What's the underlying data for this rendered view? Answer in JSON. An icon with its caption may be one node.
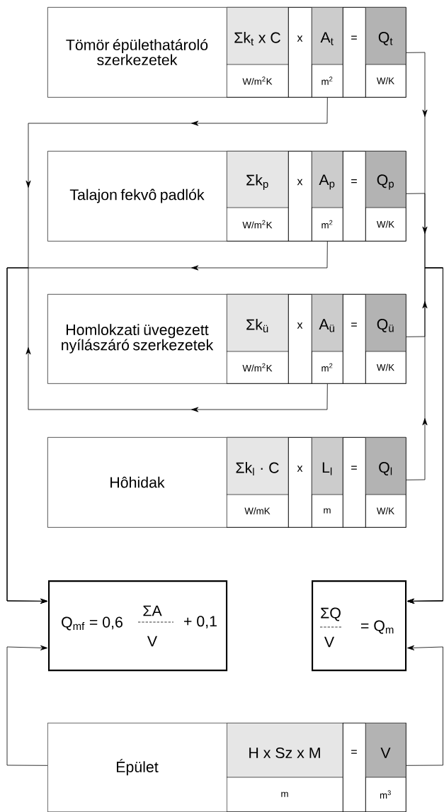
{
  "diagram": {
    "nodes": [
      {
        "text": [
          "Tömör épülethatároló szerkezetek"
        ]
      },
      {
        "text": [
          "Σk$_{t}$ x C",
          "W/m$^{2}$K"
        ],
        "in": 0
      },
      {
        "text": [
          "x"
        ],
        "in": 0
      },
      {
        "text": [
          "A$_{t}$",
          "m$^{2}$"
        ],
        "in": 0
      },
      {
        "text": [
          "="
        ],
        "in": 0
      },
      {
        "text": [
          "Q$_{t}$",
          "W/K"
        ],
        "in": 0
      },
      {
        "text": [
          "Talajon fekvô padlók"
        ]
      },
      {
        "text": [
          "Σk$_{p}$",
          "W/m$^{2}$K"
        ],
        "in": 6
      },
      {
        "text": [
          "x"
        ],
        "in": 6
      },
      {
        "text": [
          "A$_{p}$",
          "m$^{2}$"
        ],
        "in": 6
      },
      {
        "text": [
          "="
        ],
        "in": 6
      },
      {
        "text": [
          "Q$_{p}$",
          "W/K"
        ],
        "in": 6
      },
      {
        "text": [
          "Homlokzati üvegezett nyílászáró szerkezetek"
        ]
      },
      {
        "text": [
          "Σk$_{ü}$",
          "W/m$^{2}$K"
        ],
        "in": 12
      },
      {
        "text": [
          "x"
        ],
        "in": 12
      },
      {
        "text": [
          "A$_{ü}$",
          "m$^{2}$"
        ],
        "in": 12
      },
      {
        "text": [
          "="
        ],
        "in": 12
      },
      {
        "text": [
          "Q$_{ü}$",
          "W/K"
        ],
        "in": 12
      },
      {
        "text": [
          "Hôhidak"
        ]
      },
      {
        "text": [
          "Σk$_{l}$ · C",
          "W/mK"
        ],
        "in": 18
      },
      {
        "text": [
          "x"
        ],
        "in": 18
      },
      {
        "text": [
          "L$_{l}$",
          "m"
        ],
        "in": 18
      },
      {
        "text": [
          "="
        ],
        "in": 18
      },
      {
        "text": [
          "Q$_{l}$",
          "W/K"
        ],
        "in": 18
      },
      {
        "text": [
          "Q$_{mf}$ = 0,6",
          "ΣA",
          "V",
          "+ 0,1"
        ]
      },
      {
        "text": [
          "ΣQ",
          "V",
          "= Q$_{m}$"
        ]
      },
      {
        "text": [
          "Épület"
        ]
      },
      {
        "text": [
          "H x Sz x M",
          "m"
        ],
        "in": 26
      },
      {
        "text": [
          "="
        ],
        "in": 26
      },
      {
        "text": [
          "V",
          "m$^{3}$"
        ],
        "in": 26
      }
    ],
    "edges": [
      {
        "from": 3,
        "to": 24,
        "arrow": "to"
      },
      {
        "from": 9,
        "to": 24,
        "arrow": "to"
      },
      {
        "from": 15,
        "to": 24,
        "arrow": "to"
      },
      {
        "from": 26,
        "to": 24,
        "arrow": "to"
      },
      {
        "from": 5,
        "to": 25,
        "arrow": "to"
      },
      {
        "from": 11,
        "to": 25,
        "arrow": "to"
      },
      {
        "from": 17,
        "to": 25,
        "arrow": "to"
      },
      {
        "from": 23,
        "to": 25,
        "arrow": "to"
      },
      {
        "from": 29,
        "to": 25,
        "arrow": "to"
      }
    ]
  }
}
